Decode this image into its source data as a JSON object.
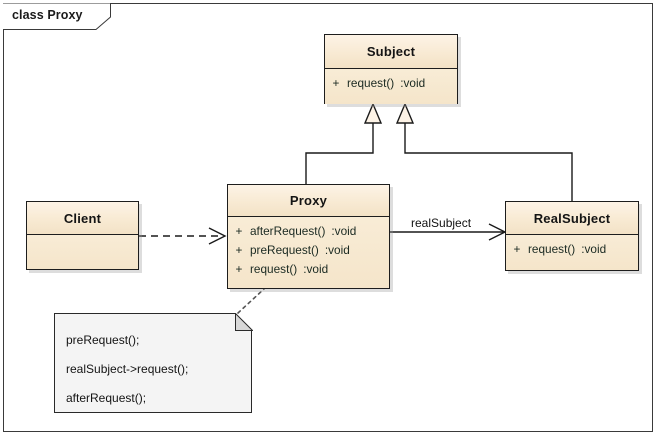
{
  "frame": {
    "label": "class Proxy"
  },
  "classes": [
    {
      "id": "subject",
      "name": "Subject",
      "members": [
        {
          "visibility": "+",
          "name": "request()",
          "type": ":void"
        }
      ]
    },
    {
      "id": "proxy",
      "name": "Proxy",
      "members": [
        {
          "visibility": "+",
          "name": "afterRequest()",
          "type": ":void"
        },
        {
          "visibility": "+",
          "name": "preRequest()",
          "type": ":void"
        },
        {
          "visibility": "+",
          "name": "request()",
          "type": ":void"
        }
      ]
    },
    {
      "id": "realsubject",
      "name": "RealSubject",
      "members": [
        {
          "visibility": "+",
          "name": "request()",
          "type": ":void"
        }
      ]
    },
    {
      "id": "client",
      "name": "Client",
      "members": []
    }
  ],
  "relationships": {
    "association_label": "realSubject",
    "generalizations": [
      {
        "from": "Proxy",
        "to": "Subject"
      },
      {
        "from": "RealSubject",
        "to": "Subject"
      }
    ],
    "dependencies": [
      {
        "from": "Client",
        "to": "Proxy"
      }
    ]
  },
  "note": {
    "lines": [
      "preRequest();",
      "realSubject->request();",
      "afterRequest();"
    ]
  },
  "colors": {
    "class_header_fill": "#fdf3e6",
    "class_body_fill": "#f5e5ca",
    "class_border": "#1d1d1d",
    "note_fill": "#f4f4f4",
    "note_border": "#2a2a2a",
    "line": "#1a1a1a",
    "background": "#ffffff"
  }
}
